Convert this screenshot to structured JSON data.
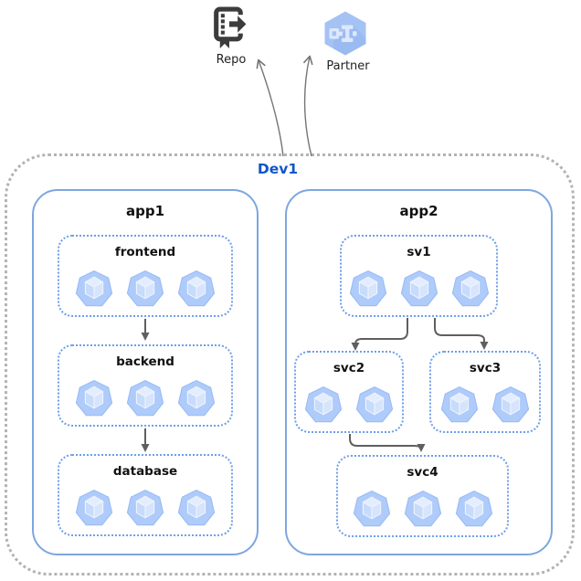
{
  "external": {
    "repo": {
      "label": "Repo",
      "icon": "source-repository-icon"
    },
    "partner": {
      "label": "Partner",
      "icon": "partner-interconnect-icon"
    }
  },
  "boundary": {
    "label": "Dev1"
  },
  "apps": [
    {
      "label": "app1",
      "services": [
        {
          "label": "frontend",
          "replicas": 3
        },
        {
          "label": "backend",
          "replicas": 3
        },
        {
          "label": "database",
          "replicas": 3
        }
      ]
    },
    {
      "label": "app2",
      "services": [
        {
          "label": "sv1",
          "replicas": 3
        },
        {
          "label": "svc2",
          "replicas": 2
        },
        {
          "label": "svc3",
          "replicas": 2
        },
        {
          "label": "svc4",
          "replicas": 3
        }
      ]
    }
  ],
  "edges": [
    {
      "from": "Dev1",
      "to": "Repo",
      "style": "curved-open-arrow"
    },
    {
      "from": "Dev1",
      "to": "Partner",
      "style": "curved-open-arrow"
    },
    {
      "from": "frontend",
      "to": "backend",
      "style": "straight-solid-arrow"
    },
    {
      "from": "backend",
      "to": "database",
      "style": "straight-solid-arrow"
    },
    {
      "from": "sv1",
      "to": "svc2",
      "style": "elbow-solid-arrow"
    },
    {
      "from": "sv1",
      "to": "svc3",
      "style": "elbow-solid-arrow"
    },
    {
      "from": "svc2",
      "to": "svc4",
      "style": "elbow-solid-arrow"
    }
  ],
  "colors": {
    "boundary_border": "#b3b3b3",
    "app_border": "#7ea6e0",
    "service_border": "#6d9eeb",
    "dev1_label": "#1155cc",
    "shape_label": "#111111",
    "arrow": "#5f5f5f",
    "pod_fill": "#aecbfa",
    "partner_hexagon": "#a4c2f4",
    "repo_icon": "#3c3c3c"
  }
}
